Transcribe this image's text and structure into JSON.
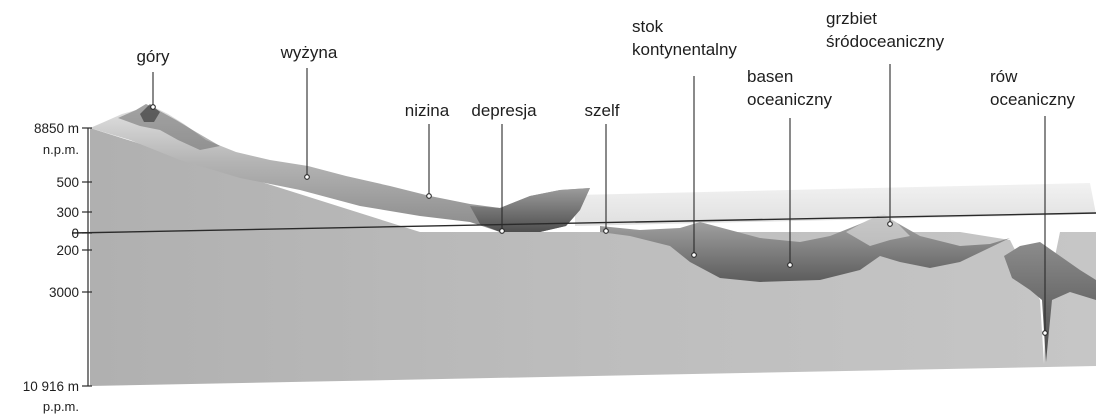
{
  "scale": {
    "top_value": "8850 m",
    "top_unit": "n.p.m.",
    "ticks": [
      "500",
      "300",
      "0",
      "200",
      "3000"
    ],
    "bottom_value": "10 916 m",
    "bottom_unit": "p.p.m."
  },
  "labels": {
    "gory": [
      "góry"
    ],
    "wyzyna": [
      "wyżyna"
    ],
    "nizina": [
      "nizina"
    ],
    "depresja": [
      "depresja"
    ],
    "szelf": [
      "szelf"
    ],
    "stok": [
      "stok",
      "kontynentalny"
    ],
    "basen": [
      "basen",
      "oceaniczny"
    ],
    "grzbiet": [
      "grzbiet",
      "śródoceaniczny"
    ],
    "row": [
      "rów",
      "oceaniczny"
    ]
  },
  "colors": {
    "land_top": "#d8d8d8",
    "land_mid": "#9a9a9a",
    "land_dark": "#5a5a5a",
    "section_fill": "#b8b8b8",
    "sea_surface": "#e2e2e2",
    "sea_line": "#2a2a2a",
    "text": "#1e1e1e"
  }
}
